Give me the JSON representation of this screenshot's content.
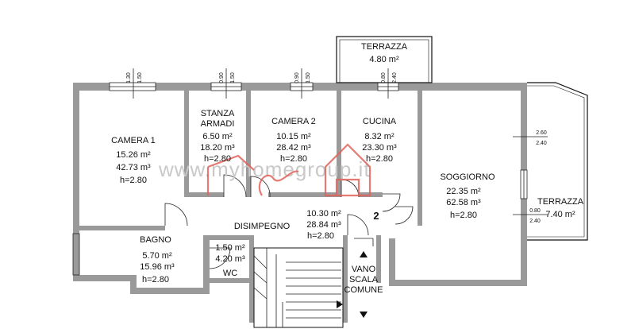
{
  "rooms": {
    "camera1": {
      "name": "CAMERA 1",
      "area": "15.26 m²",
      "volume": "42.73 m³",
      "height": "h=2.80"
    },
    "stanza": {
      "name1": "STANZA",
      "name2": "ARMADI",
      "area": "6.50 m²",
      "volume": "18.20 m³",
      "height": "h=2.80"
    },
    "camera2": {
      "name": "CAMERA 2",
      "area": "10.15 m²",
      "volume": "28.42 m³",
      "height": "h=2.80"
    },
    "cucina": {
      "name": "CUCINA",
      "area": "8.32 m²",
      "volume": "23.30 m³",
      "height": "h=2.80"
    },
    "soggiorno": {
      "name": "SOGGIORNO",
      "area": "22.35 m²",
      "volume": "62.58 m³",
      "height": "h=2.80"
    },
    "terrazza_top": {
      "name": "TERRAZZA",
      "area": "4.80 m²"
    },
    "terrazza_right": {
      "name": "TERRAZZA",
      "area": "7.40 m²"
    },
    "disimpegno": {
      "name": "DISIMPEGNO",
      "area": "10.30 m²",
      "volume": "28.84 m³",
      "height": "h=2.80"
    },
    "bagno": {
      "name": "BAGNO",
      "area": "5.70 m²",
      "volume": "15.96 m³",
      "height": "h=2.80"
    },
    "wc": {
      "name": "WC",
      "area": "1.50 m²",
      "volume": "4.20 m³"
    },
    "vano": {
      "line1": "VANO",
      "line2": "SCALA",
      "line3": "COMUNE"
    }
  },
  "unit_number": "2",
  "window_dims": {
    "w1": {
      "top": "1.30",
      "bottom": "1.50"
    },
    "w2": {
      "top": "0.90",
      "bottom": "1.50"
    },
    "w3": {
      "top": "0.90",
      "bottom": "1.50"
    },
    "w4": {
      "top": "0.80",
      "bottom": "2.40"
    },
    "w5": {
      "top": "2.60",
      "bottom": "2.40"
    },
    "w6": {
      "top": "0.80",
      "bottom": "2.40"
    }
  },
  "watermark": "www.myhomegroup.it",
  "colors": {
    "wall": "#111111",
    "watermark_logo": "#e2615b",
    "watermark_text": "#c9c9c9"
  }
}
